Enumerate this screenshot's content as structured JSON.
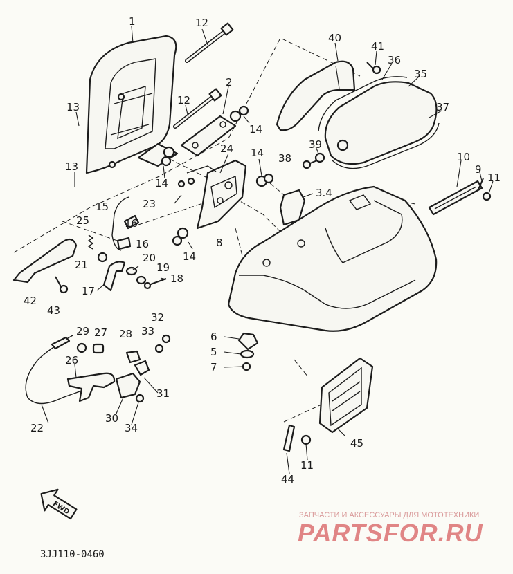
{
  "diagram": {
    "code": "3JJ110-0460",
    "fwd_arrow_text": "FWD",
    "callouts": [
      {
        "id": "1",
        "text": "1"
      },
      {
        "id": "12a",
        "text": "12"
      },
      {
        "id": "12b",
        "text": "12"
      },
      {
        "id": "2",
        "text": "2"
      },
      {
        "id": "13a",
        "text": "13"
      },
      {
        "id": "13b",
        "text": "13"
      },
      {
        "id": "14a",
        "text": "14"
      },
      {
        "id": "14b",
        "text": "14"
      },
      {
        "id": "14c",
        "text": "14"
      },
      {
        "id": "14d",
        "text": "14"
      },
      {
        "id": "24",
        "text": "24"
      },
      {
        "id": "23",
        "text": "23"
      },
      {
        "id": "15",
        "text": "15"
      },
      {
        "id": "16a",
        "text": "16"
      },
      {
        "id": "16b",
        "text": "16"
      },
      {
        "id": "25",
        "text": "25"
      },
      {
        "id": "21",
        "text": "21"
      },
      {
        "id": "20",
        "text": "20"
      },
      {
        "id": "19",
        "text": "19"
      },
      {
        "id": "18",
        "text": "18"
      },
      {
        "id": "17",
        "text": "17"
      },
      {
        "id": "42",
        "text": "42"
      },
      {
        "id": "43",
        "text": "43"
      },
      {
        "id": "8",
        "text": "8"
      },
      {
        "id": "40",
        "text": "40"
      },
      {
        "id": "41",
        "text": "41"
      },
      {
        "id": "36",
        "text": "36"
      },
      {
        "id": "35",
        "text": "35"
      },
      {
        "id": "37",
        "text": "37"
      },
      {
        "id": "39",
        "text": "39"
      },
      {
        "id": "38",
        "text": "38"
      },
      {
        "id": "34a",
        "text": "3.4"
      },
      {
        "id": "10",
        "text": "10"
      },
      {
        "id": "9",
        "text": "9"
      },
      {
        "id": "11a",
        "text": "11"
      },
      {
        "id": "6",
        "text": "6"
      },
      {
        "id": "5",
        "text": "5"
      },
      {
        "id": "7",
        "text": "7"
      },
      {
        "id": "32",
        "text": "32"
      },
      {
        "id": "29",
        "text": "29"
      },
      {
        "id": "27",
        "text": "27"
      },
      {
        "id": "28",
        "text": "28"
      },
      {
        "id": "33",
        "text": "33"
      },
      {
        "id": "26",
        "text": "26"
      },
      {
        "id": "31",
        "text": "31"
      },
      {
        "id": "30",
        "text": "30"
      },
      {
        "id": "34b",
        "text": "34"
      },
      {
        "id": "22",
        "text": "22"
      },
      {
        "id": "45",
        "text": "45"
      },
      {
        "id": "11b",
        "text": "11"
      },
      {
        "id": "44",
        "text": "44"
      }
    ]
  },
  "watermark": {
    "subtitle": "ЗАПЧАСТИ И АКСЕССУАРЫ ДЛЯ МОТОТЕХНИКИ",
    "brand": "PARTSFOR.RU"
  }
}
